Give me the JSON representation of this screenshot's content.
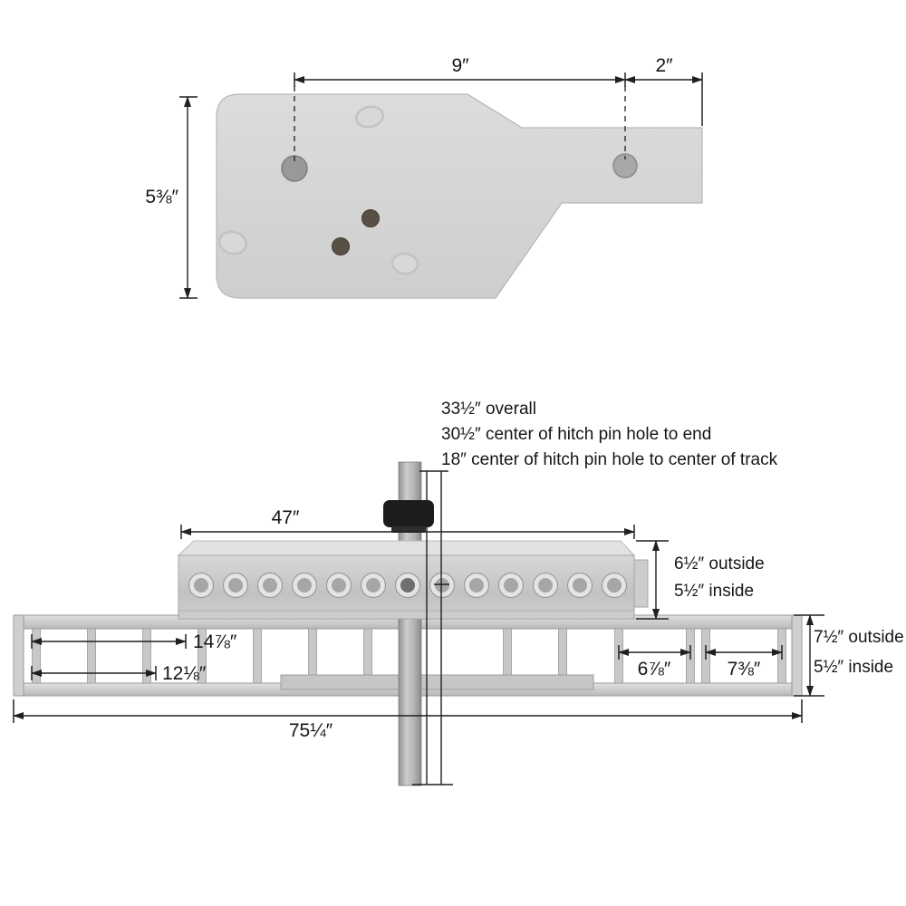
{
  "colors": {
    "background": "#ffffff",
    "line": "#231f20",
    "steel_light": "#dedede",
    "steel_mid": "#c3c3c3",
    "steel_dark": "#9c9c9c",
    "hole_dark": "#584f45",
    "clamp_black": "#1c1c1c"
  },
  "top_view": {
    "dimensions": {
      "hole_to_hole": "9″",
      "hole_to_end": "2″",
      "plate_height": "5⅜″"
    }
  },
  "side_view": {
    "callouts": [
      "33½″ overall",
      "30½″ center of hitch pin hole to end",
      "18″ center of hitch pin hole to center of track"
    ],
    "dimensions": {
      "track_length": "47″",
      "track_height_outside": "6½″ outside",
      "track_height_inside": "5½″ inside",
      "left_section": "14⅞″",
      "left_section_inner": "12⅛″",
      "right_gap_small": "6⅞″",
      "right_gap_large": "7⅜″",
      "ramp_height_outside": "7½″ outside",
      "ramp_height_inside": "5½″ inside",
      "overall_length": "75¼″"
    }
  }
}
